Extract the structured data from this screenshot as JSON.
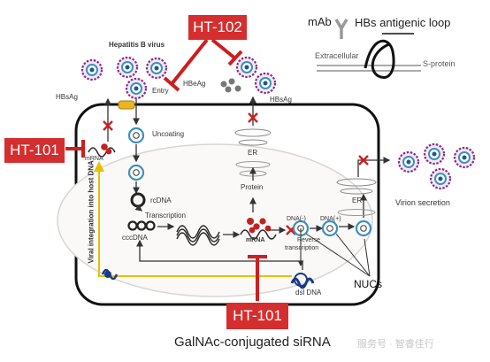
{
  "drugs": {
    "ht102": "HT-102",
    "ht101_left": "HT-101",
    "ht101_bottom": "HT-101"
  },
  "labels": {
    "hbv": "Hepatitis B virus",
    "hbsag_left": "HBsAg",
    "entry": "Entry",
    "hbeag": "HBeAg",
    "hbsag_top": "HBsAg",
    "uncoating": "Uncoating",
    "mrna_left": "mRNA",
    "rcdna": "rcDNA",
    "transcription": "Transcription",
    "cccdna": "cccDNA",
    "viral_integration": "Viral integration into host DNA",
    "er_center": "ER",
    "protein": "Protein",
    "mrna_center": "mRNA",
    "dna_minus": "DNA(-)",
    "dna_plus": "DNA(+)",
    "reverse_transcription_1": "Reverse",
    "reverse_transcription_2": "transcription",
    "er_right": "ER",
    "virion_secretion": "Virion secretion",
    "dsl_dna": "dsl DNA",
    "nucs": "NUCs",
    "galnac": "GalNAc-conjugated siRNA",
    "watermark": "服务号 · 智睿佳行"
  },
  "inset": {
    "mab": "mAb",
    "loop": "HBs antigenic loop",
    "extracellular": "Extracellular",
    "sprotein": "S-protein"
  },
  "colors": {
    "drug_red": "#d42e2e",
    "inhibit_red": "#cc1f1f",
    "virion_purple": "#8a2a8a",
    "virion_blue": "#3e8fc0",
    "yellow_arrow": "#e8c000",
    "cell_border": "#111111"
  }
}
